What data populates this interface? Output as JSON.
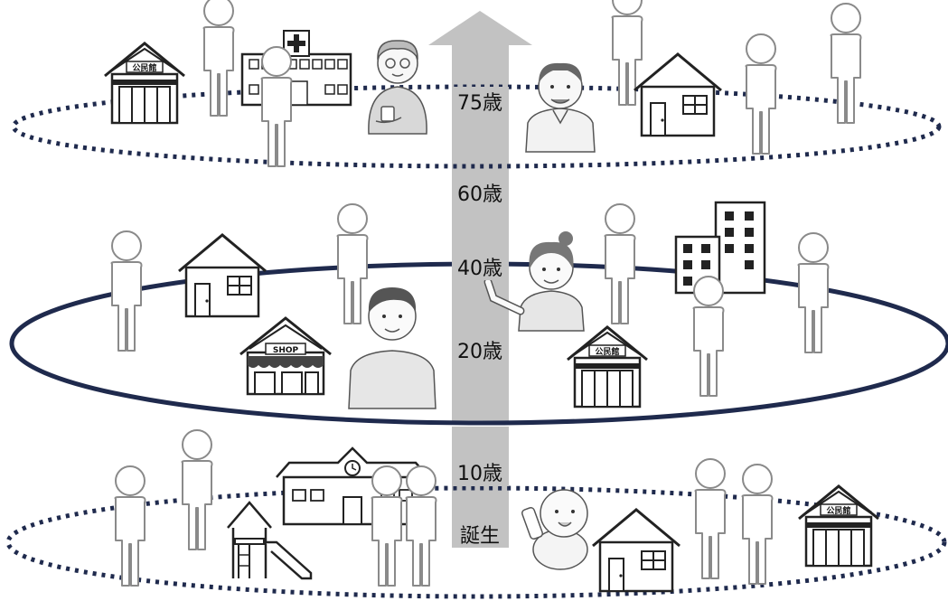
{
  "age_axis": {
    "arrow_color": "#c2c2c2",
    "labels": {
      "age_75": "75歳",
      "age_60": "60歳",
      "age_40": "40歳",
      "age_20": "20歳",
      "age_10": "10歳",
      "birth": "誕生"
    }
  },
  "rings": {
    "color": "#1f2a4d",
    "upper_style": "dotted",
    "middle_style": "solid",
    "lower_style": "dotted"
  },
  "signs": {
    "community_hall": "公民館",
    "shop": "SHOP"
  },
  "icons": {
    "person": "person-silhouette-icon",
    "house": "house-icon",
    "hospital": "hospital-icon",
    "office": "office-building-icon",
    "school": "school-icon",
    "playground": "playground-slide-icon",
    "community_hall": "community-hall-icon",
    "shop": "shop-icon"
  }
}
